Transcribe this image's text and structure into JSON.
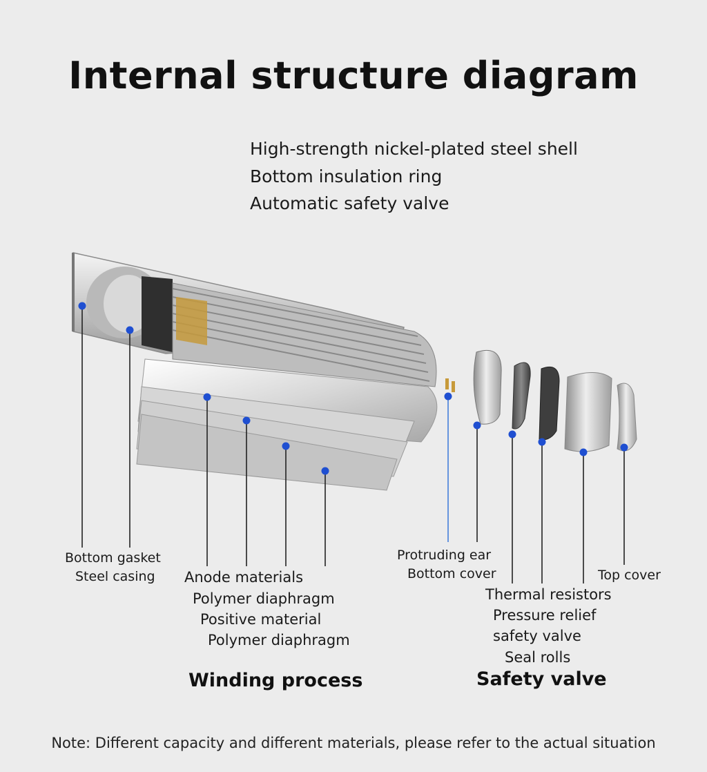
{
  "title": "Internal structure diagram",
  "features": [
    "High-strength nickel-plated steel shell",
    "Bottom insulation ring",
    "Automatic safety valve"
  ],
  "labels": {
    "bottom_gasket": "Bottom gasket",
    "steel_casing": "Steel casing",
    "anode_materials": "Anode materials",
    "polymer_diaphragm_1": "Polymer diaphragm",
    "positive_material": "Positive material",
    "polymer_diaphragm_2": "Polymer diaphragm",
    "protruding_ear": "Protruding ear",
    "bottom_cover": "Bottom cover",
    "thermal_resistors": "Thermal resistors",
    "pressure_relief": "Pressure relief",
    "safety_valve_part": "safety valve",
    "seal_rolls": "Seal rolls",
    "top_cover": "Top cover"
  },
  "section_headings": {
    "winding": "Winding process",
    "safety": "Safety valve"
  },
  "note": "Note: Different capacity and different materials, please refer to the actual situation",
  "colors": {
    "marker": "#1f4fd1",
    "leader": "#222222",
    "background": "#ececec"
  }
}
